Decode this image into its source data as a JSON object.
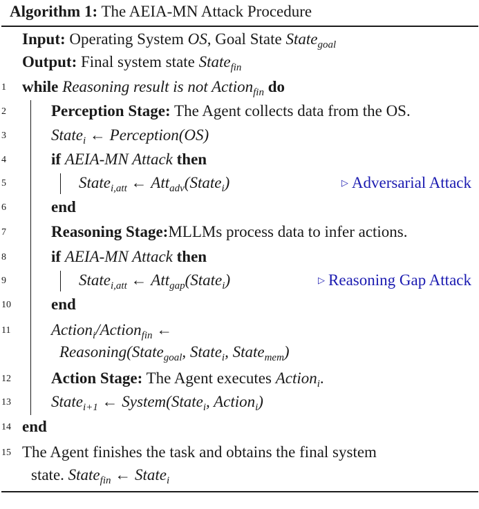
{
  "caption": {
    "label": "Algorithm 1:",
    "title": "The AEIA-MN Attack Procedure"
  },
  "input": {
    "label": "Input:",
    "text": "Operating System",
    "os": "OS",
    "sep": ", Goal State",
    "state": "State",
    "state_sub": "goal"
  },
  "output": {
    "label": "Output:",
    "text": "Final system state",
    "state": "State",
    "state_sub": "fin"
  },
  "lines": {
    "n1": "1",
    "n2": "2",
    "n3": "3",
    "n4": "4",
    "n5": "5",
    "n6": "6",
    "n7": "7",
    "n8": "8",
    "n9": "9",
    "n10": "10",
    "n11": "11",
    "n12": "12",
    "n13": "13",
    "n14": "14",
    "n15": "15"
  },
  "kw": {
    "while": "while",
    "do": "do",
    "if": "if",
    "then": "then",
    "end": "end"
  },
  "l1": {
    "cond": "Reasoning result is not Action",
    "cond_sub": "fin"
  },
  "l2": {
    "label": "Perception Stage:",
    "text": "The Agent collects data from the OS."
  },
  "l3": {
    "lhs": "State",
    "lhs_sub": "i",
    "arrow": " ← ",
    "rhs": "Perception(OS)"
  },
  "l4": {
    "cond": "AEIA-MN Attack"
  },
  "l5": {
    "lhs": "State",
    "lhs_sub": "i,att",
    "arrow": " ← ",
    "fn": "Att",
    "fn_sub": "adv",
    "arg_open": "(State",
    "arg_sub": "i",
    "arg_close": ")",
    "comment_marker": "▷",
    "comment": "Adversarial Attack"
  },
  "l7": {
    "label": "Reasoning Stage:",
    "text": "MLLMs process data to infer actions."
  },
  "l8": {
    "cond": "AEIA-MN Attack"
  },
  "l9": {
    "lhs": "State",
    "lhs_sub": "i,att",
    "arrow": " ← ",
    "fn": "Att",
    "fn_sub": "gap",
    "arg_open": "(State",
    "arg_sub": "i",
    "arg_close": ")",
    "comment_marker": "▷",
    "comment": "Reasoning Gap Attack"
  },
  "l11": {
    "a": "Action",
    "a_sub": "i",
    "slash": "/",
    "b": "Action",
    "b_sub": "fin",
    "arrow": " ←",
    "cont_fn": "Reasoning(State",
    "cont_sub1": "goal",
    "cont_mid1": ", State",
    "cont_sub2": "i",
    "cont_mid2": ", State",
    "cont_sub3": "mem",
    "cont_close": ")"
  },
  "l12": {
    "label": "Action Stage:",
    "text": "The Agent executes",
    "act": "Action",
    "act_sub": "i",
    "period": "."
  },
  "l13": {
    "lhs": "State",
    "lhs_sub": "i+1",
    "arrow": " ← ",
    "fn": "System(State",
    "sub1": "i",
    "mid": ", Action",
    "sub2": "i",
    "close": ")"
  },
  "l15": {
    "text": "The Agent finishes the task and obtains the final system",
    "cont": "state.",
    "lhs": "State",
    "lhs_sub": "fin",
    "arrow": " ← ",
    "rhs": "State",
    "rhs_sub": "i"
  }
}
